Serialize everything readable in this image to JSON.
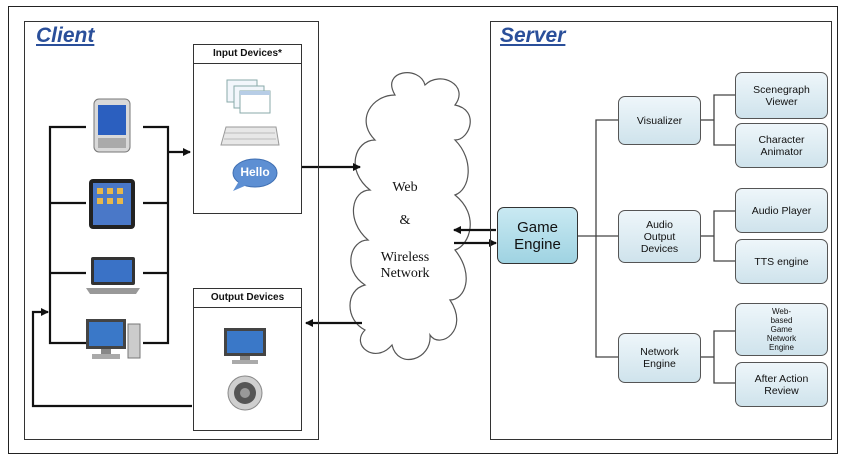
{
  "client": {
    "title": "Client",
    "input_devices": {
      "title": "Input Devices*",
      "speech_bubble": "Hello"
    },
    "output_devices": {
      "title": "Output Devices"
    }
  },
  "network": {
    "line1": "Web",
    "line2": "&",
    "line3": "Wireless",
    "line4": "Network"
  },
  "server": {
    "title": "Server",
    "game_engine": "Game Engine",
    "visualizer": "Visualizer",
    "audio_output": "Audio Output Devices",
    "network_engine": "Network Engine",
    "scenegraph_viewer": "Scenegraph Viewer",
    "character_animator": "Character Animator",
    "audio_player": "Audio Player",
    "tts_engine": "TTS engine",
    "web_game_network_engine": "Web-based Game Network Engine",
    "after_action_review": "After Action Review"
  },
  "icons": {
    "devices": [
      "tablet-icon",
      "ipad-icon",
      "laptop-icon",
      "desktop-icon"
    ],
    "input": [
      "windows-icon",
      "keyboard-icon",
      "speech-bubble-icon"
    ],
    "output": [
      "monitor-icon",
      "speaker-icon"
    ]
  },
  "colors": {
    "title_blue": "#2a4f9a",
    "engine_fill": "#a9d8e6",
    "box_fill": "#dceaf0"
  }
}
